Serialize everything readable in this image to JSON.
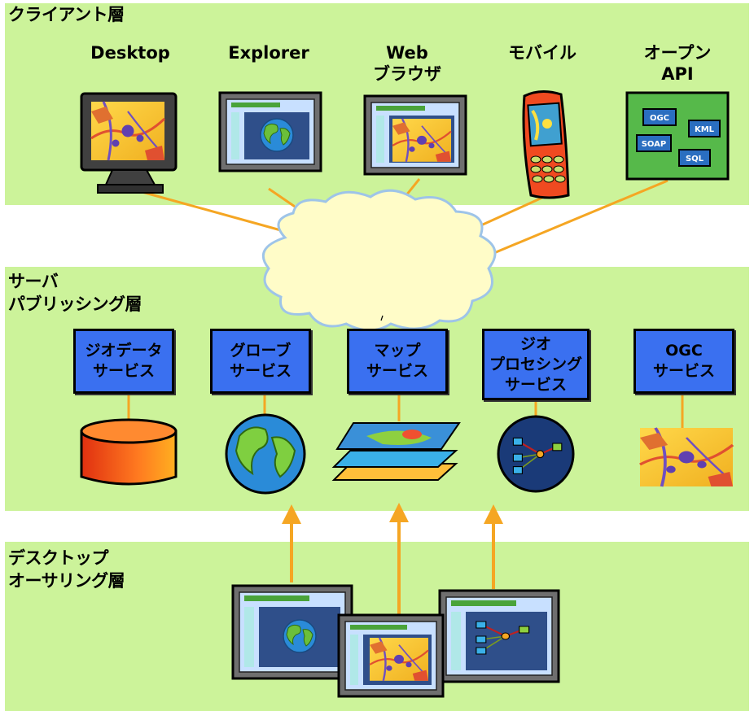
{
  "layers": {
    "client": {
      "title": "クライアント層"
    },
    "server": {
      "title": "サーバ\nパブリッシング層"
    },
    "desktop": {
      "title": "デスクトップ\nオーサリング層"
    }
  },
  "clients": [
    {
      "label": "Desktop",
      "icon": "desktop-monitor-icon"
    },
    {
      "label": "Explorer",
      "icon": "explorer-globe-window-icon"
    },
    {
      "label": "Web\nブラウザ",
      "icon": "web-browser-map-window-icon"
    },
    {
      "label": "モバイル",
      "icon": "mobile-phone-icon"
    },
    {
      "label": "オープン\nAPI",
      "icon": "open-api-panel-icon"
    }
  ],
  "api_tags": [
    "OGC",
    "KML",
    "SOAP",
    "SQL"
  ],
  "services": [
    {
      "label": "ジオデータ\nサービス",
      "icon": "database-cylinder-icon"
    },
    {
      "label": "グローブ\nサービス",
      "icon": "globe-icon"
    },
    {
      "label": "マップ\nサービス",
      "icon": "map-layers-icon"
    },
    {
      "label": "ジオ\nプロセシング\nサービス",
      "icon": "geoprocessing-model-icon"
    },
    {
      "label": "OGC\nサービス",
      "icon": "ogc-map-icon"
    }
  ],
  "cloud": {
    "label": "",
    "icon": "internet-cloud-icon"
  },
  "colors": {
    "layer_bg": "#ccf39a",
    "service_box": "#3a70f0",
    "connector": "#f5a623",
    "cloud_fill": "#fffcc8",
    "cloud_stroke": "#9ec4e8"
  }
}
